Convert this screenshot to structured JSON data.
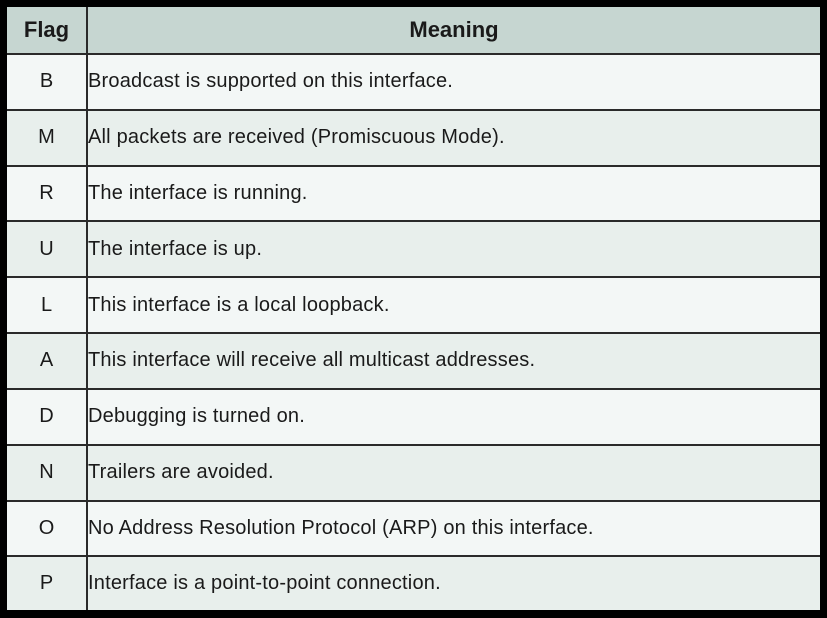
{
  "table": {
    "columns": [
      {
        "label": "Flag"
      },
      {
        "label": "Meaning"
      }
    ],
    "rows": [
      {
        "flag": "B",
        "meaning": "Broadcast is supported on this interface."
      },
      {
        "flag": "M",
        "meaning": "All packets are received (Promiscuous Mode)."
      },
      {
        "flag": "R",
        "meaning": "The interface is running."
      },
      {
        "flag": "U",
        "meaning": "The interface is up."
      },
      {
        "flag": "L",
        "meaning": "This interface is a local loopback."
      },
      {
        "flag": "A",
        "meaning": "This interface will receive all multicast addresses."
      },
      {
        "flag": "D",
        "meaning": "Debugging is turned on."
      },
      {
        "flag": "N",
        "meaning": "Trailers are avoided."
      },
      {
        "flag": "O",
        "meaning": "No Address Resolution Protocol (ARP) on this interface."
      },
      {
        "flag": "P",
        "meaning": "Interface is a point-to-point connection."
      }
    ],
    "colors": {
      "frame_border": "#000000",
      "grid_line": "#2a2a2a",
      "header_bg": "#c6d6d1",
      "row_odd_bg": "#f3f7f6",
      "row_even_bg": "#e8efec",
      "text": "#1a1a1a"
    }
  }
}
